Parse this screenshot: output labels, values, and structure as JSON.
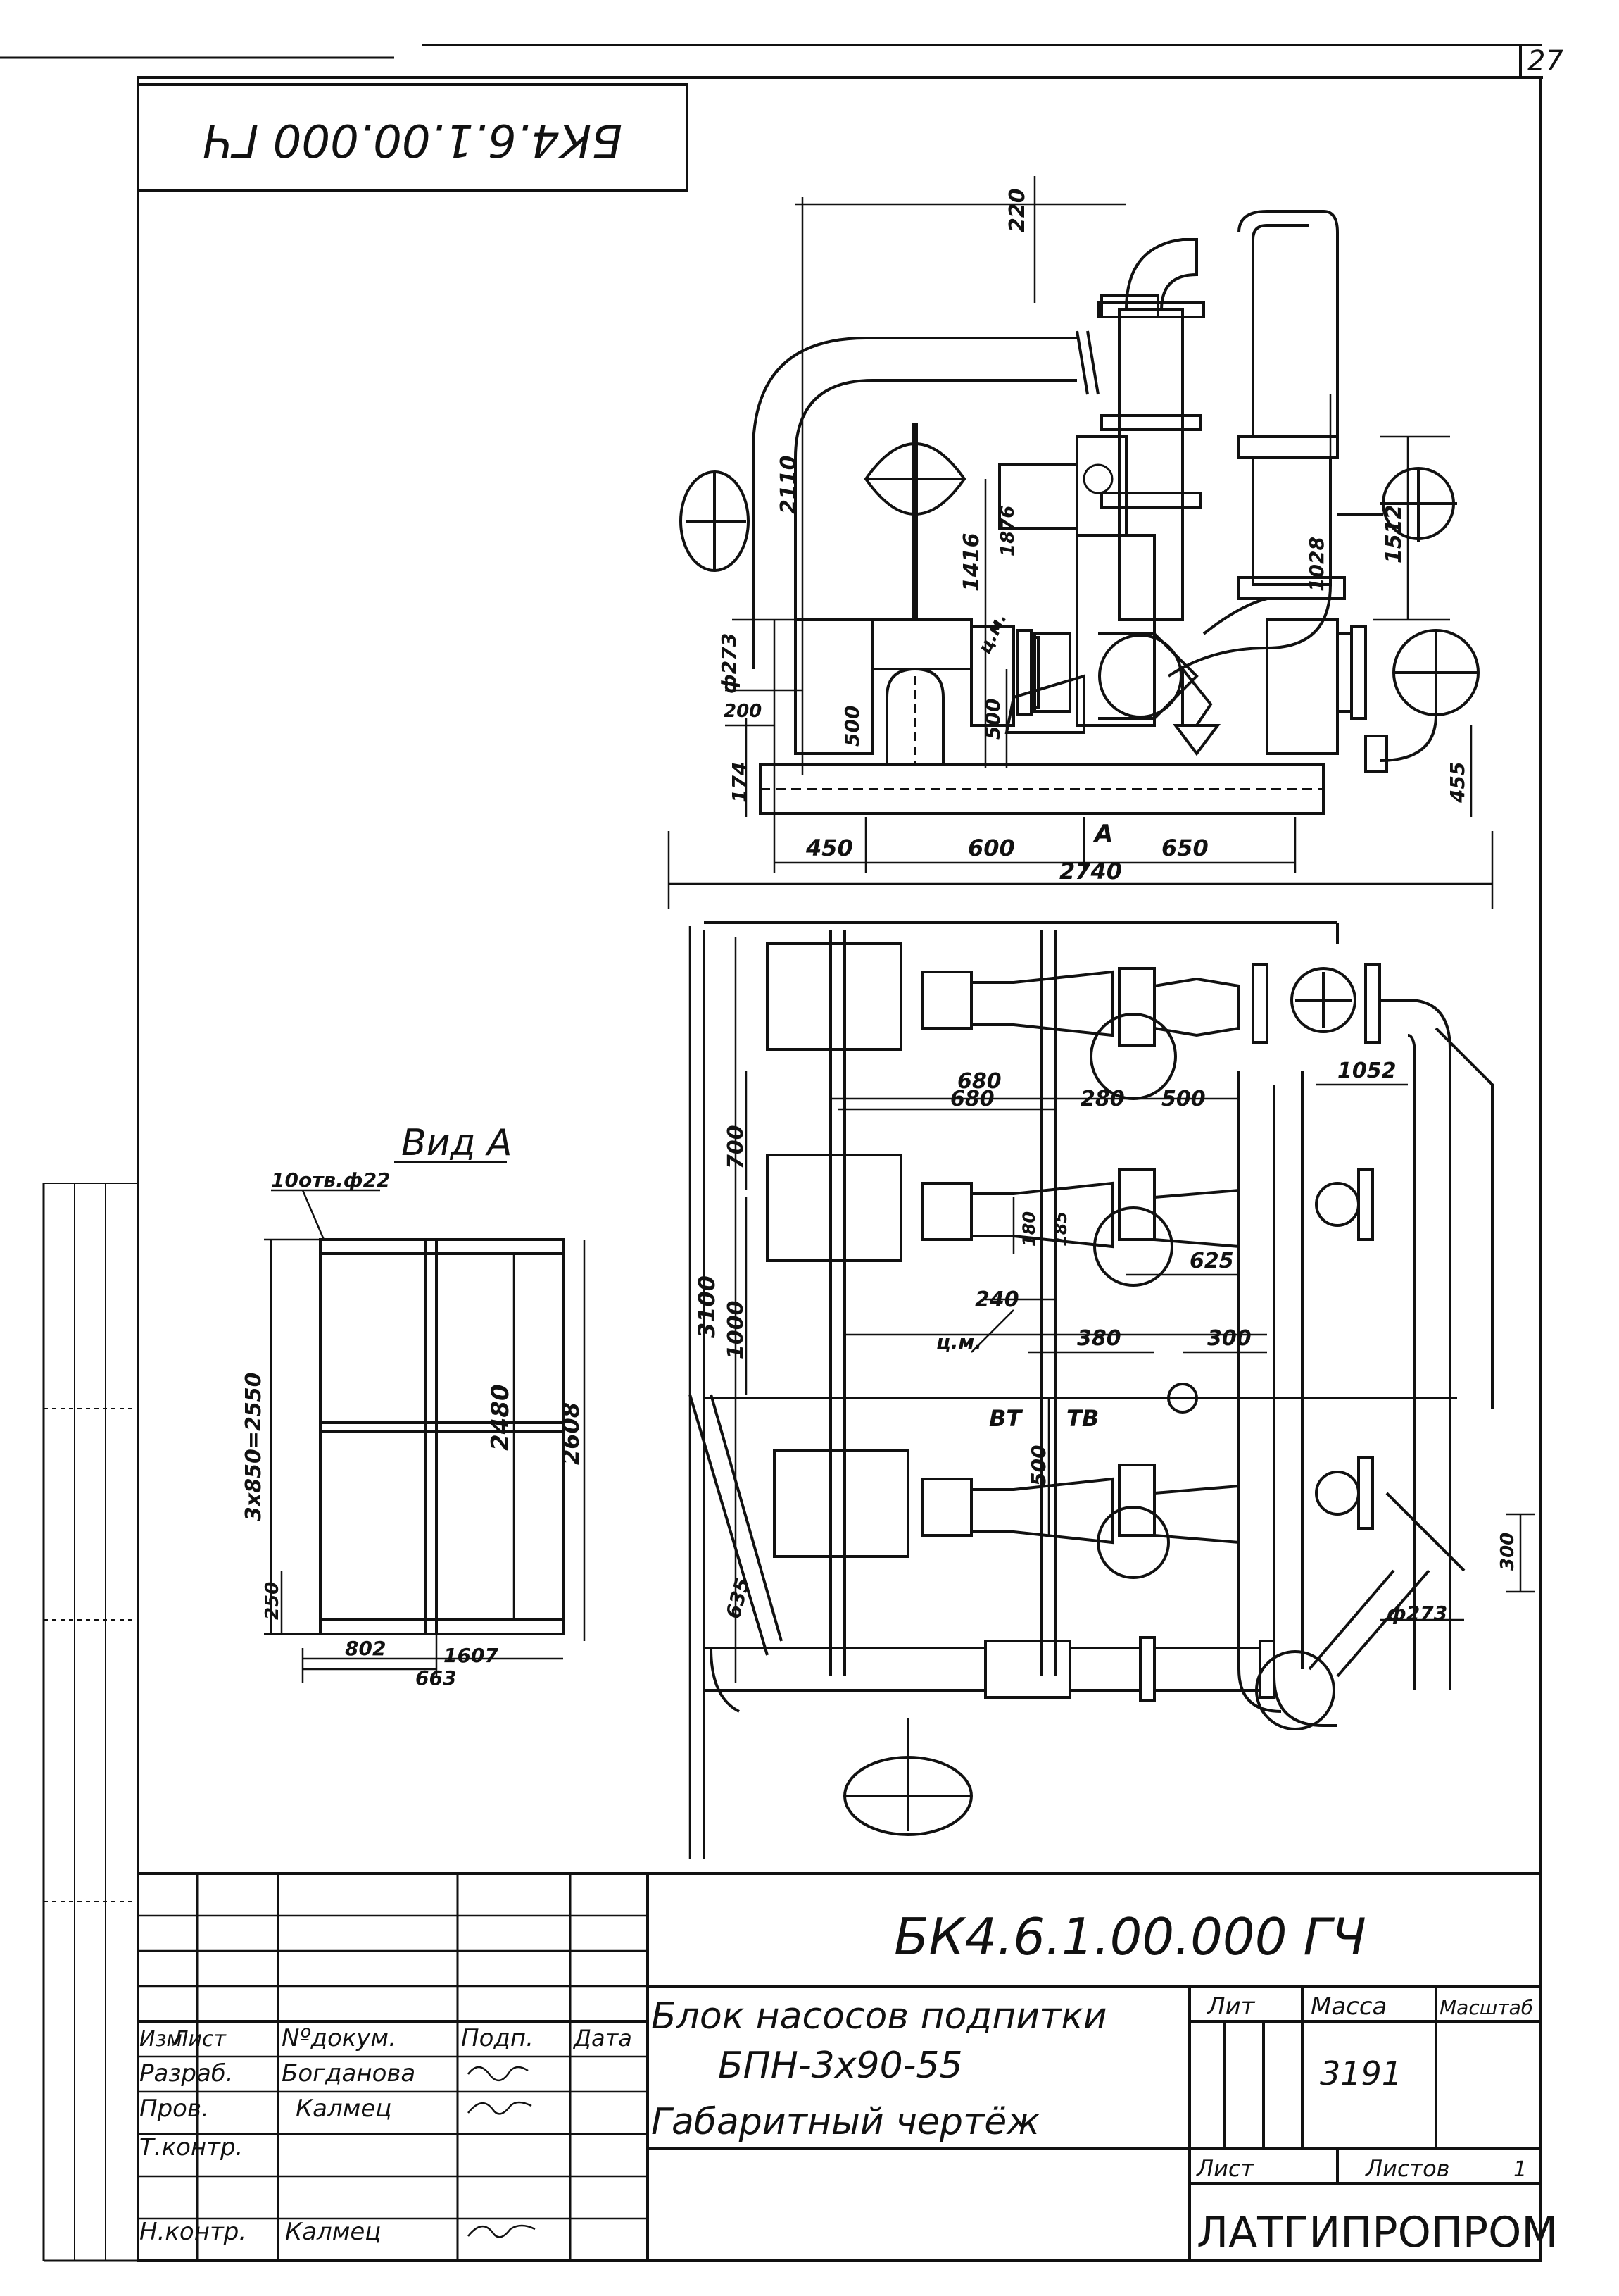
{
  "sheet_number": "27",
  "code_stamp_rotated": "БК4.6.1.00.000 ГЧ",
  "view_a": {
    "title": "Вид А",
    "holes": "10отв.ф22",
    "dim_left": "3x850=2550",
    "dim_inner": "2480",
    "dim_right": "2608",
    "dim_small": "250",
    "dim_bottom_a": "802",
    "dim_bottom_b": "1607",
    "dim_bottom_c": "663"
  },
  "front_view": {
    "dims": {
      "top": "220",
      "h_2110": "2110",
      "h_1416": "1416",
      "h_1876": "1876",
      "h_1512": "1512",
      "h_1028": "1028",
      "d_273": "ф273",
      "h_200": "200",
      "h_500a": "500",
      "h_500b": "500",
      "h_174": "174",
      "h_455": "455",
      "w_450": "450",
      "w_600": "600",
      "w_650": "650",
      "w_total": "2740",
      "label_cm": "ц.м.",
      "label_a": "А"
    }
  },
  "plan_view": {
    "dims": {
      "w_680a": "680",
      "w_680b": "680",
      "w_280": "280",
      "w_500": "500",
      "w_1052": "1052",
      "h_700": "700",
      "h_3100": "3100",
      "h_1000": "1000",
      "h_180": "180",
      "h_185": "185",
      "w_625": "625",
      "w_240": "240",
      "w_380": "380",
      "w_300": "300",
      "label_cm": "ц.м.",
      "label_b": "ВТ",
      "label_tb": "ТВ",
      "h_500": "500",
      "h_635": "635",
      "h_300": "300",
      "d_273": "ф273"
    }
  },
  "title_block": {
    "code": "БК4.6.1.00.000 ГЧ",
    "name_line1": "Блок насосов подпитки",
    "name_line2": "БПН-3х90-55",
    "name_line3": "Габаритный чертёж",
    "col_izm": "Изм",
    "col_list": "Лист",
    "col_doc": "Nºдокум.",
    "col_sign": "Подп.",
    "col_date": "Дата",
    "row_razrab": "Разраб.",
    "row_prov": "Пров.",
    "row_tkontr": "Т.контр.",
    "row_nkontr": "Н.контр.",
    "name_razrab": "Богданова",
    "name_prov": "Калмец",
    "name_nkontr": "Калмец",
    "lit": "Лит",
    "massa": "Масса",
    "masshtab": "Масштаб",
    "massa_value": "3191",
    "list": "Лист",
    "listov": "Листов",
    "listov_value": "1",
    "org": "ЛАТГИПРОПРОМ"
  },
  "colors": {
    "ink": "#111111",
    "paper": "#ffffff"
  }
}
